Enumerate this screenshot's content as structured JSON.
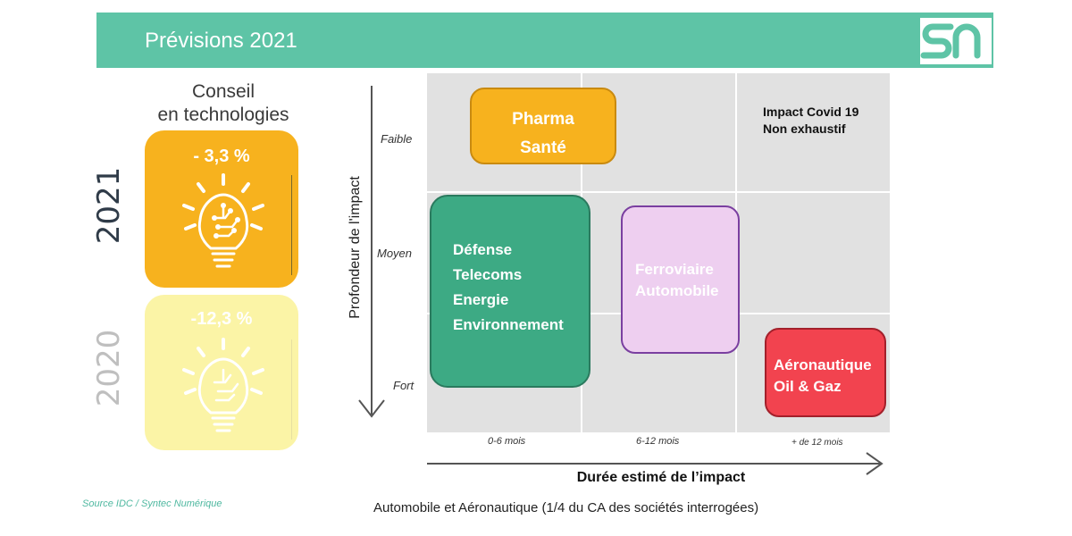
{
  "header": {
    "title": "Prévisions 2021",
    "logo_alt": "SN"
  },
  "left_panel": {
    "title_line1": "Conseil",
    "title_line2": "en technologies",
    "cards": [
      {
        "year": "2021",
        "value": "- 3,3 %",
        "color": "#f7b21e"
      },
      {
        "year": "2020",
        "value": "-12,3 %",
        "color": "#fbf4a6"
      }
    ]
  },
  "matrix": {
    "y_axis_label": "Profondeur de l'impact",
    "x_axis_label": "Durée estimé de l’impact",
    "rows": [
      "Faible",
      "Moyen",
      "Fort"
    ],
    "columns": [
      "0-6 mois",
      "6-12 mois",
      "+ de 12 mois"
    ],
    "note_line1": "Impact Covid 19",
    "note_line2": "Non exhaustif",
    "boxes": [
      {
        "lines": [
          "Pharma",
          "Santé"
        ],
        "color": "#f7b21e",
        "border": "#c98a10"
      },
      {
        "lines": [
          "Défense",
          "Telecoms",
          "Energie",
          "Environnement"
        ],
        "color": "#3daa84",
        "border": "#2a7a5e"
      },
      {
        "lines": [
          "Ferroviaire",
          "Automobile"
        ],
        "color": "#eecff0",
        "border": "#7a3fa0"
      },
      {
        "lines": [
          "Aéronautique",
          "Oil & Gaz"
        ],
        "color": "#f2434f",
        "border": "#a3202b"
      }
    ]
  },
  "source": "Source IDC / Syntec Numérique",
  "footer": "Automobile et Aéronautique (1/4 du CA des sociétés interrogées)"
}
